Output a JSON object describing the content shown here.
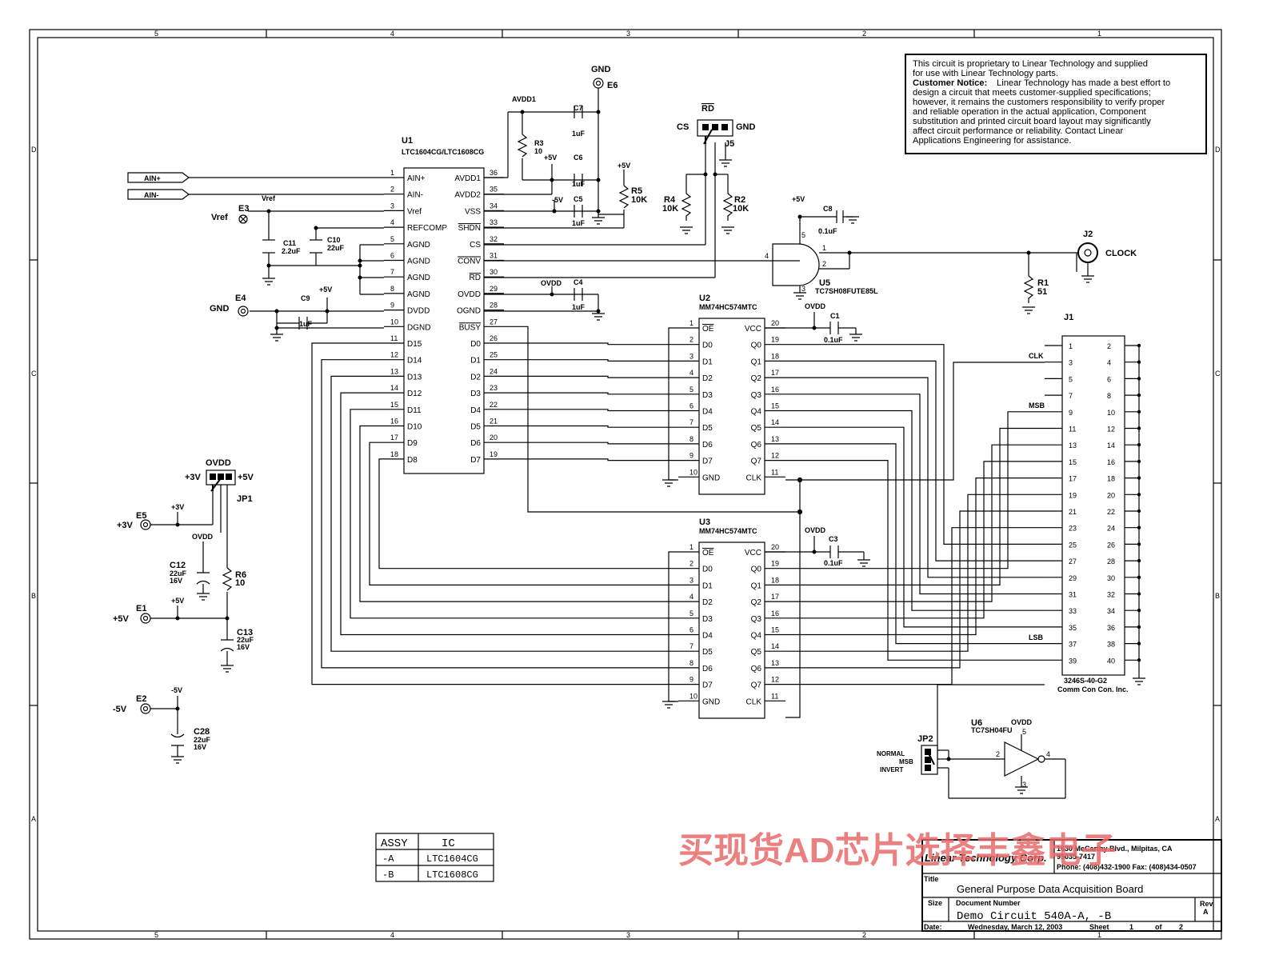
{
  "border": {
    "cols_top": [
      "5",
      "4",
      "3",
      "2",
      "1"
    ],
    "cols_bottom": [
      "5",
      "4",
      "3",
      "2",
      "1"
    ],
    "rows_left": [
      "D",
      "C",
      "B",
      "A"
    ],
    "rows_right": [
      "D",
      "C",
      "B",
      "A"
    ]
  },
  "notice": [
    "This circuit is proprietary to Linear Technology and supplied",
    "for use with Linear Technology parts.",
    "Customer Notice:",
    "Linear Technology has made a best effort to",
    "design a circuit that meets customer-supplied specifications;",
    "however, it remains the customers responsibility to verify proper",
    "and reliable operation in the actual application, Component",
    "substitution and printed circuit board layout may significantly",
    "affect circuit performance or reliability. Contact Linear",
    "Applications Engineering for assistance."
  ],
  "u1": {
    "ref": "U1",
    "part": "LTC1604CG/LTC1608CG",
    "left_pins": [
      {
        "num": "1",
        "name": "AIN+"
      },
      {
        "num": "2",
        "name": "AIN-"
      },
      {
        "num": "3",
        "name": "Vref"
      },
      {
        "num": "4",
        "name": "REFCOMP"
      },
      {
        "num": "5",
        "name": "AGND"
      },
      {
        "num": "6",
        "name": "AGND"
      },
      {
        "num": "7",
        "name": "AGND"
      },
      {
        "num": "8",
        "name": "AGND"
      },
      {
        "num": "9",
        "name": "DVDD"
      },
      {
        "num": "10",
        "name": "DGND"
      },
      {
        "num": "11",
        "name": "D15"
      },
      {
        "num": "12",
        "name": "D14"
      },
      {
        "num": "13",
        "name": "D13"
      },
      {
        "num": "14",
        "name": "D12"
      },
      {
        "num": "15",
        "name": "D11"
      },
      {
        "num": "16",
        "name": "D10"
      },
      {
        "num": "17",
        "name": "D9"
      },
      {
        "num": "18",
        "name": "D8"
      }
    ],
    "right_pins": [
      {
        "num": "36",
        "name": "AVDD1"
      },
      {
        "num": "35",
        "name": "AVDD2"
      },
      {
        "num": "34",
        "name": "VSS"
      },
      {
        "num": "33",
        "name": "SHDN"
      },
      {
        "num": "32",
        "name": "CS"
      },
      {
        "num": "31",
        "name": "CONV"
      },
      {
        "num": "30",
        "name": "RD"
      },
      {
        "num": "29",
        "name": "OVDD"
      },
      {
        "num": "28",
        "name": "OGND"
      },
      {
        "num": "27",
        "name": "BUSY"
      },
      {
        "num": "26",
        "name": "D0"
      },
      {
        "num": "25",
        "name": "D1"
      },
      {
        "num": "24",
        "name": "D2"
      },
      {
        "num": "23",
        "name": "D3"
      },
      {
        "num": "22",
        "name": "D4"
      },
      {
        "num": "21",
        "name": "D5"
      },
      {
        "num": "20",
        "name": "D6"
      },
      {
        "num": "19",
        "name": "D7"
      }
    ]
  },
  "u2": {
    "ref": "U2",
    "part": "MM74HC574MTC",
    "left_pins": [
      {
        "num": "1",
        "name": "OE"
      },
      {
        "num": "2",
        "name": "D0"
      },
      {
        "num": "3",
        "name": "D1"
      },
      {
        "num": "4",
        "name": "D2"
      },
      {
        "num": "5",
        "name": "D3"
      },
      {
        "num": "6",
        "name": "D4"
      },
      {
        "num": "7",
        "name": "D5"
      },
      {
        "num": "8",
        "name": "D6"
      },
      {
        "num": "9",
        "name": "D7"
      },
      {
        "num": "10",
        "name": "GND"
      }
    ],
    "right_pins": [
      {
        "num": "20",
        "name": "VCC"
      },
      {
        "num": "19",
        "name": "Q0"
      },
      {
        "num": "18",
        "name": "Q1"
      },
      {
        "num": "17",
        "name": "Q2"
      },
      {
        "num": "16",
        "name": "Q3"
      },
      {
        "num": "15",
        "name": "Q4"
      },
      {
        "num": "14",
        "name": "Q5"
      },
      {
        "num": "13",
        "name": "Q6"
      },
      {
        "num": "12",
        "name": "Q7"
      },
      {
        "num": "11",
        "name": "CLK"
      }
    ]
  },
  "u3": {
    "ref": "U3",
    "part": "MM74HC574MTC"
  },
  "labels": {
    "ain_plus": "AIN+",
    "ain_minus": "AIN-",
    "vref_net": "Vref",
    "vref": "Vref",
    "e3": "E3",
    "gnd": "GND",
    "e4": "E4",
    "e6": "E6",
    "gnd_top": "GND",
    "avdd1": "AVDD1",
    "p5v": "+5V",
    "m5v": "-5V",
    "ovdd": "OVDD",
    "c7": "C7",
    "c7v": "1uF",
    "c6": "C6",
    "c6v": "1uF",
    "c5": "C5",
    "c5v": "1uF",
    "c4": "C4",
    "c4v": "1uF",
    "c9": "C9",
    "c9v": "1uF",
    "c11": "C11",
    "c11v": "2.2uF",
    "c10": "C10",
    "c10v": "22uF",
    "r3": "R3",
    "r3v": "10",
    "r5": "R5",
    "r5v": "10K",
    "r4": "R4",
    "r4v": "10K",
    "r2": "R2",
    "r2v": "10K",
    "rd": "RD",
    "cs": "CS",
    "j5": "J5",
    "c8": "C8",
    "c8v": "0.1uF",
    "u5": "U5",
    "u5p": "TC7SH08FUTE85L",
    "j2": "J2",
    "clock": "CLOCK",
    "r1": "R1",
    "r1v": "51",
    "c1": "C1",
    "c1v": "0.1uF",
    "c3": "C3",
    "c3v": "0.1uF",
    "j1": "J1",
    "j1p": "3246S-40-G2",
    "j1m": "Comm Con Con. Inc.",
    "clk": "CLK",
    "msb": "MSB",
    "lsb": "LSB",
    "jp1": "JP1",
    "p3v": "+3V",
    "e5": "E5",
    "e1": "E1",
    "e2": "E2",
    "c12": "C12",
    "c12v": "22uF",
    "c12r": "16V",
    "r6": "R6",
    "r6v": "10",
    "c13": "C13",
    "c13v": "22uF",
    "c13r": "16V",
    "c28": "C28",
    "c28v": "22uF",
    "c28r": "16V",
    "u6": "U6",
    "u6p": "TC7SH04FU",
    "jp2": "JP2",
    "normal": "NORMAL",
    "msb2": "MSB",
    "invert": "INVERT"
  },
  "assy_table": {
    "headers": [
      "ASSY",
      "IC"
    ],
    "rows": [
      [
        "-A",
        "LTC1604CG"
      ],
      [
        "-B",
        "LTC1608CG"
      ]
    ]
  },
  "watermark": "买现货AD芯片选择丰鑫电子",
  "title_block": {
    "company": "Linear Technology Corp.",
    "address": "1630 McCarthy Blvd., Milpitas, CA",
    "zip": "95035-7417",
    "phone": "Phone: (408)432-1900 Fax: (408)434-0507",
    "title_label": "Title",
    "title": "General Purpose Data Acquisition Board",
    "size_label": "Size",
    "docnum_label": "Document Number",
    "docnum": "Demo Circuit 540A-A, -B",
    "rev_label": "Rev",
    "rev": "A",
    "date_label": "Date:",
    "date": "Wednesday, March 12, 2003",
    "sheet_label": "Sheet",
    "sheet": "1",
    "of_label": "of",
    "of": "2"
  }
}
